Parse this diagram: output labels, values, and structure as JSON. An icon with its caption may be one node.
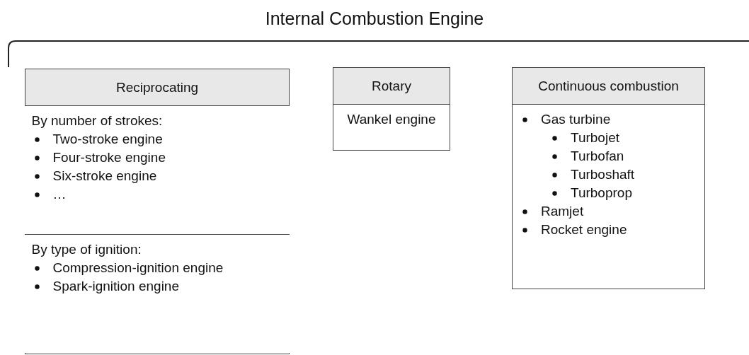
{
  "diagram": {
    "title": "Internal Combustion Engine",
    "nodes": [
      {
        "text": [
          "Reciprocating"
        ]
      },
      {
        "text": [
          "By number of strokes:",
          "Two-stroke engine",
          "Four-stroke engine",
          "Six-stroke engine",
          "…"
        ],
        "in": 0
      },
      {
        "text": [
          "By type of ignition:",
          "Compression-ignition engine",
          "Spark-ignition engine"
        ],
        "in": 0
      },
      {
        "text": [
          "Rotary",
          "Wankel engine"
        ]
      },
      {
        "text": [
          "Continuous combustion",
          "Gas turbine",
          "Turbojet",
          "Turbofan",
          "Turboshaft",
          "Turboprop",
          "Ramjet",
          "Rocket engine"
        ]
      }
    ],
    "edges": []
  }
}
